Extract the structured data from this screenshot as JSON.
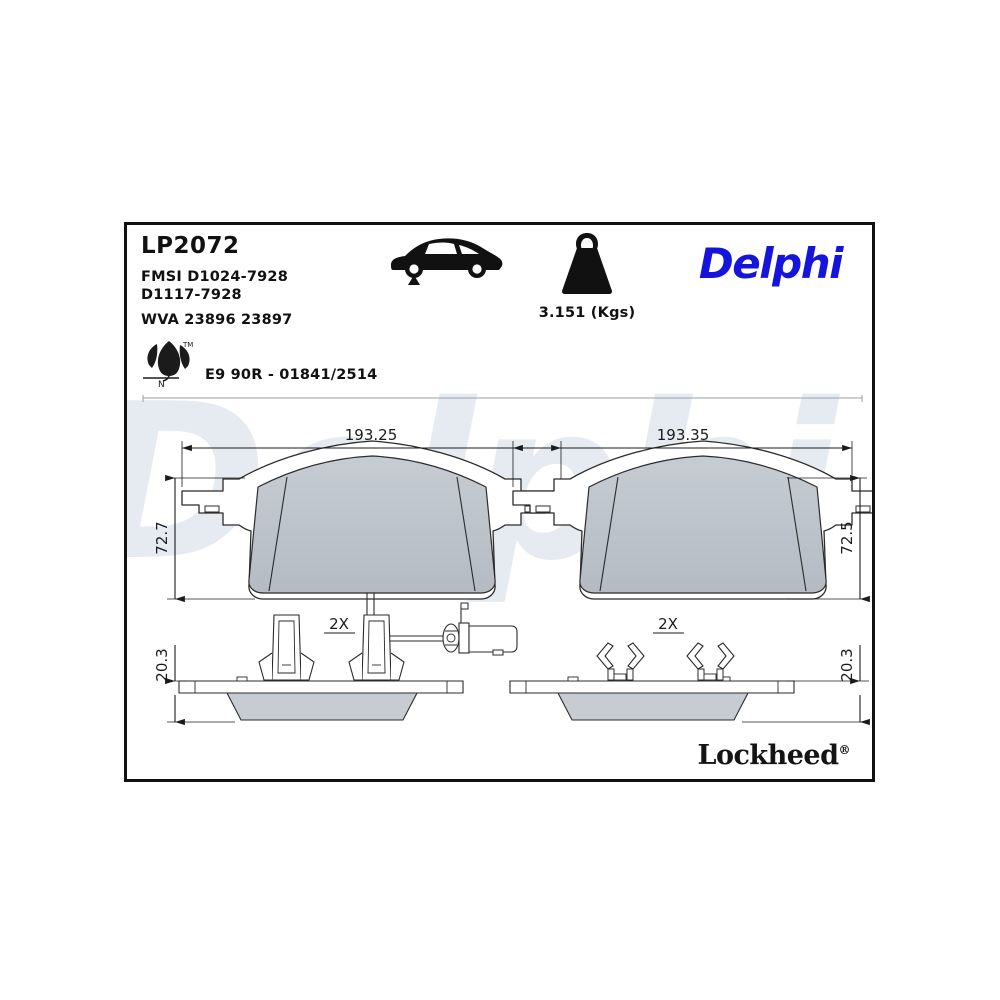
{
  "sheet": {
    "part_number": "LP2072",
    "fmsi_line_1": "FMSI D1024-7928",
    "fmsi_line_2": "D1117-7928",
    "wva_line": "WVA 23896 23897",
    "homologation": "E9 90R - 01841/2514",
    "weight_label": "3.151 (Kgs)",
    "brand_logo": "Delphi",
    "secondary_logo": "Lockheed",
    "secondary_logo_mark": "®",
    "eco_leaf_mark": "N",
    "eco_leaf_tm": "™",
    "watermark_text": "Delphi"
  },
  "icons": {
    "car": "car-front-axle-icon",
    "weight": "weight-kettlebell-icon",
    "leaf": "eco-leaf-icon"
  },
  "dimensions": {
    "left_pad": {
      "width": "193.25",
      "height": "72.7",
      "thickness": "20.3",
      "clip_multiplier": "2X"
    },
    "right_pad": {
      "width": "193.35",
      "height": "72.5",
      "thickness": "20.3",
      "clip_multiplier": "2X"
    }
  },
  "colors": {
    "brand_blue": "#1414dc",
    "friction_material": "#b9c0c7",
    "friction_material_light": "#ccd2d8",
    "backing_plate": "#ffffff",
    "outline": "#2b2b2b",
    "watermark": "#e6ebf2",
    "frame": "#111111"
  }
}
